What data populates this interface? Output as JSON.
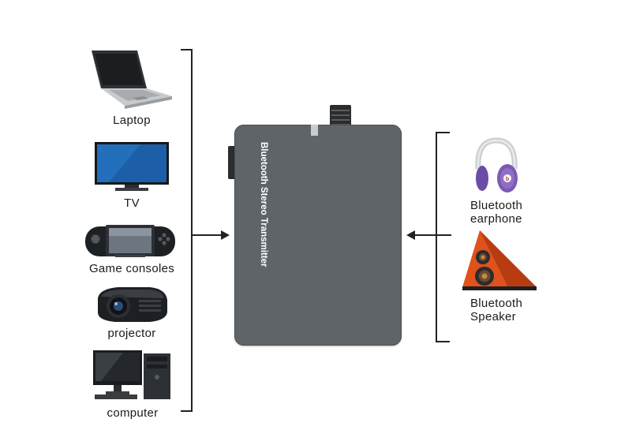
{
  "sources": [
    {
      "key": "laptop",
      "label": "Laptop",
      "icon": "laptop-icon"
    },
    {
      "key": "tv",
      "label": "TV",
      "icon": "tv-icon"
    },
    {
      "key": "game",
      "label": "Game consoles",
      "icon": "game-console-icon"
    },
    {
      "key": "projector",
      "label": "projector",
      "icon": "projector-icon"
    },
    {
      "key": "computer",
      "label": "computer",
      "icon": "computer-icon"
    }
  ],
  "device": {
    "label": "Bluetooth Stereo Transmitter"
  },
  "outputs": [
    {
      "key": "earphone",
      "line1": "Bluetooth",
      "line2": "earphone",
      "icon": "headphones-icon"
    },
    {
      "key": "speaker",
      "line1": "Bluetooth",
      "line2": "Speaker",
      "icon": "speaker-icon"
    }
  ],
  "colors": {
    "device_body": "#5e6468",
    "device_text": "#ffffff",
    "speaker_orange": "#e0521c",
    "headphone_purple": "#7b5ab3"
  }
}
